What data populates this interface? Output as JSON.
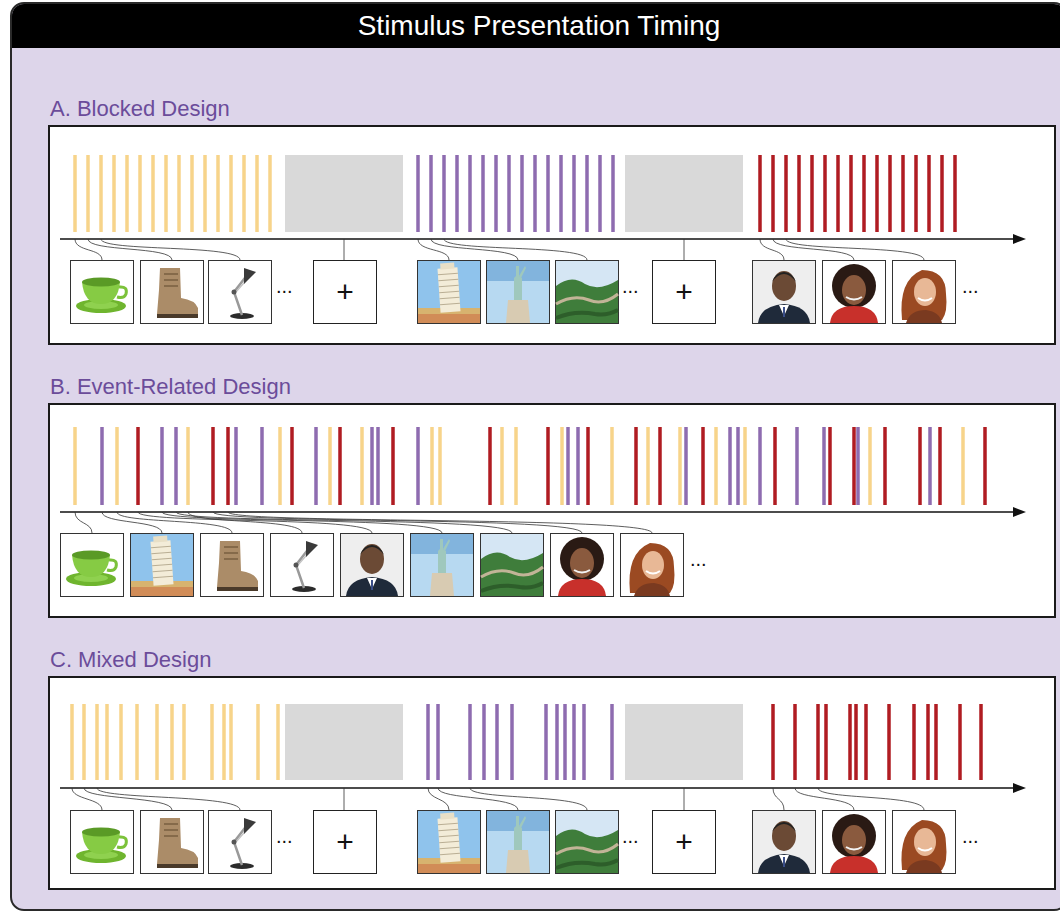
{
  "diagram": {
    "title": "Stimulus Presentation Timing",
    "nodes": [
      {
        "text": [
          "A. Blocked Design"
        ]
      },
      {
        "text": [
          "+"
        ],
        "in": 0
      },
      {
        "text": [
          "+"
        ],
        "in": 0
      },
      {
        "text": [
          "B. Event-Related Design"
        ]
      },
      {
        "text": [
          "C. Mixed Design"
        ]
      },
      {
        "text": [
          "+"
        ],
        "in": 4
      },
      {
        "text": [
          "+"
        ],
        "in": 4
      }
    ],
    "labels": [
      "...",
      "...",
      "...",
      "...",
      "...",
      "...",
      "..."
    ]
  }
}
